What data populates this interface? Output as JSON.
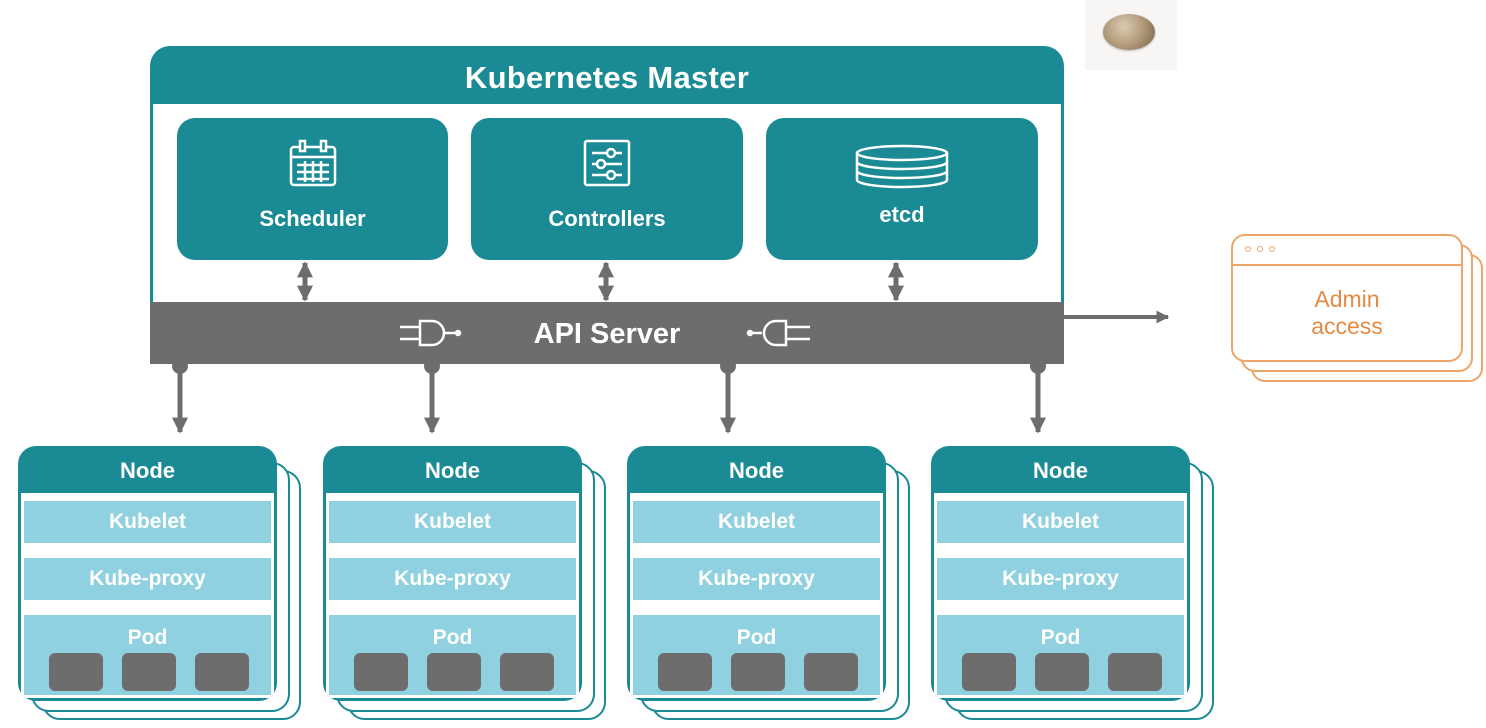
{
  "master": {
    "title": "Kubernetes Master",
    "components": [
      {
        "label": "Scheduler",
        "icon": "calendar-icon"
      },
      {
        "label": "Controllers",
        "icon": "sliders-icon"
      },
      {
        "label": "etcd",
        "icon": "database-icon"
      }
    ]
  },
  "api_server": {
    "label": "API Server",
    "left_icon": "plug-icon",
    "right_icon": "socket-icon"
  },
  "admin": {
    "label_line1": "Admin",
    "label_line2": "access"
  },
  "nodes": [
    {
      "title": "Node",
      "kubelet": "Kubelet",
      "kube_proxy": "Kube-proxy",
      "pod": "Pod"
    },
    {
      "title": "Node",
      "kubelet": "Kubelet",
      "kube_proxy": "Kube-proxy",
      "pod": "Pod"
    },
    {
      "title": "Node",
      "kubelet": "Kubelet",
      "kube_proxy": "Kube-proxy",
      "pod": "Pod"
    },
    {
      "title": "Node",
      "kubelet": "Kubelet",
      "kube_proxy": "Kube-proxy",
      "pod": "Pod"
    }
  ],
  "colors": {
    "teal": "#1a8a95",
    "gray": "#6e6d6e",
    "light_blue": "#8fd1e0",
    "orange": "#eda66a"
  }
}
